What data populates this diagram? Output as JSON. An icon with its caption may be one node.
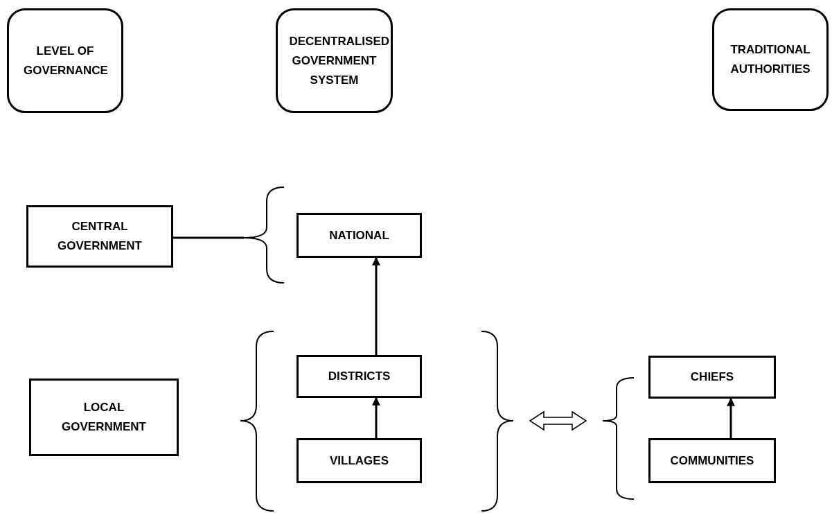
{
  "diagram": {
    "nodes": [
      {
        "text": [
          "LEVEL OF GOVERNANCE"
        ]
      },
      {
        "text": [
          "DECENTRALISED GOVERNMENT SYSTEM"
        ]
      },
      {
        "text": [
          "TRADITIONAL AUTHORITIES"
        ]
      },
      {
        "text": [
          "CENTRAL GOVERNMENT"
        ]
      },
      {
        "text": [],
        "shape": "bracket"
      },
      {
        "text": [
          "NATIONAL"
        ]
      },
      {
        "text": [
          "LOCAL GOVERNMENT"
        ]
      },
      {
        "text": [
          "DISTRICTS"
        ]
      },
      {
        "text": [],
        "shape": "bracket"
      },
      {
        "text": [],
        "shape": "bracket"
      },
      {
        "text": [
          "CHIEFS"
        ]
      },
      {
        "text": [
          "VILLAGES"
        ]
      },
      {
        "text": [
          "COMMUNITIES"
        ]
      }
    ],
    "edges": [
      {
        "from": 3,
        "to": 4,
        "arrow": "none"
      },
      {
        "from": 7,
        "to": 5,
        "arrow": "to"
      },
      {
        "from": 11,
        "to": 7,
        "arrow": "to"
      },
      {
        "from": 12,
        "to": 10,
        "arrow": "to"
      },
      {
        "from": 8,
        "to": 9,
        "arrow": "both",
        "style": "thick"
      }
    ]
  }
}
